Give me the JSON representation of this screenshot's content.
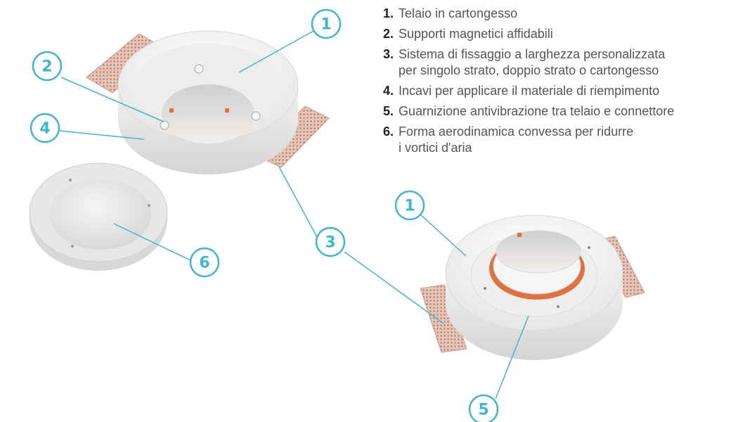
{
  "legend": [
    {
      "num": "1.",
      "lines": [
        "Telaio in cartongesso"
      ]
    },
    {
      "num": "2.",
      "lines": [
        "Supporti magnetici affidabili"
      ]
    },
    {
      "num": "3.",
      "lines": [
        "Sistema di fissaggio a larghezza personalizzata",
        "per singolo strato, doppio strato o cartongesso"
      ]
    },
    {
      "num": "4.",
      "lines": [
        "Incavi per applicare il materiale di riempimento"
      ]
    },
    {
      "num": "5.",
      "lines": [
        "Guarnizione antivibrazione tra telaio e connettore"
      ]
    },
    {
      "num": "6.",
      "lines": [
        "Forma aerodinamica convessa per ridurre",
        "i vortici d'aria"
      ]
    }
  ],
  "callouts": [
    "1",
    "2",
    "4",
    "6",
    "3",
    "1",
    "5"
  ],
  "colors": {
    "callout": "#3fb6cf",
    "mesh": "#d3a392",
    "gasket": "#e2703f"
  }
}
